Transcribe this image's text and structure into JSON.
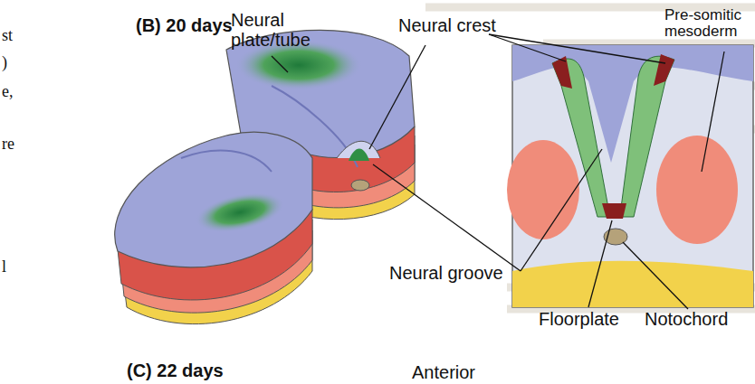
{
  "diagram": {
    "labels": [
      "(B) 20 days",
      "Neural plate/tube",
      "Neural crest",
      "Pre-somitic mesoderm",
      "Neural groove",
      "Floorplate",
      "Notochord",
      "(C) 22 days",
      "Anterior",
      "st",
      ")",
      "e,",
      "re",
      "l"
    ]
  }
}
